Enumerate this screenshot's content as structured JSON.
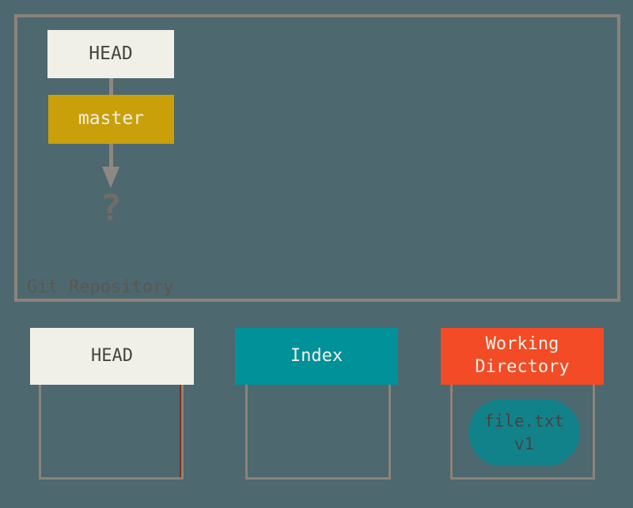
{
  "diagram": {
    "title": "Git Repository",
    "repository": {
      "head_label": "HEAD",
      "branch_label": "master",
      "unborn_commit_symbol": "?"
    },
    "columns": [
      {
        "id": "head",
        "label": "HEAD"
      },
      {
        "id": "index",
        "label": "Index"
      },
      {
        "id": "working-directory",
        "label": "Working Directory"
      }
    ],
    "file": {
      "name": "file.txt",
      "version": "v1"
    }
  },
  "colors": {
    "background": "#4d686f",
    "outline": "#8c8379",
    "cream_box": "#f1f0e8",
    "branch_gold": "#c9a00a",
    "index_teal": "#019299",
    "working_red": "#f24b26",
    "file_teal": "#12828a",
    "arrow_gray": "#8f8880",
    "dark_text": "#474440",
    "light_text": "#f2f0e6",
    "label_text": "#5b574f",
    "qmark_gray": "#6f6d66",
    "artifact_red": "#7f2e24"
  }
}
